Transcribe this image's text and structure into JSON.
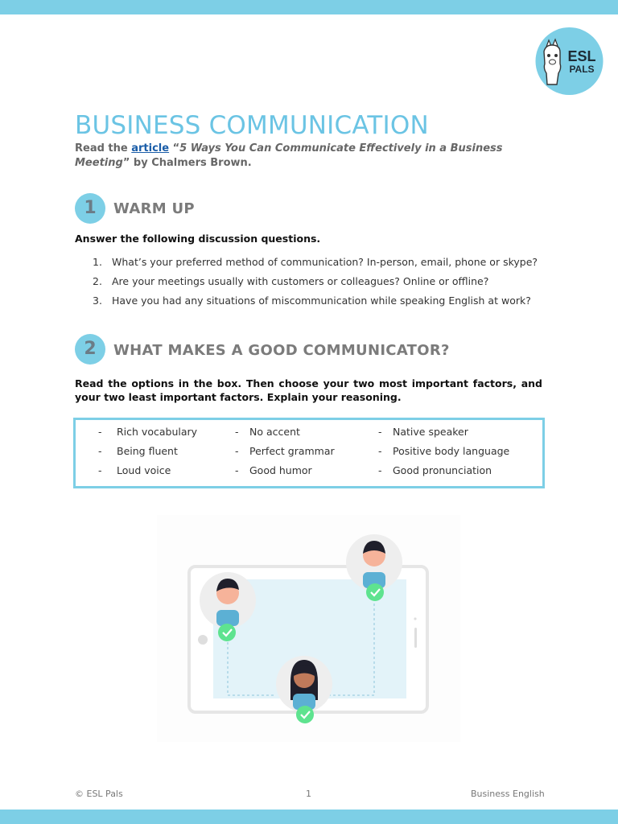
{
  "logo": {
    "line1": "ESL",
    "line2": "PALS"
  },
  "title": "BUSINESS COMMUNICATION",
  "intro": {
    "prefix": "Read the ",
    "link": "article",
    "quote_open": " “",
    "article_title": "5 Ways You Can Communicate Effectively in a Business Meeting",
    "suffix": "” by Chalmers Brown."
  },
  "section1": {
    "number": "1",
    "title": "WARM UP",
    "instruction": "Answer the following discussion questions.",
    "questions": [
      {
        "num": "1.",
        "text": "What’s your preferred method of communication? In-person, email, phone or skype?"
      },
      {
        "num": "2.",
        "text": "Are your meetings usually with customers or colleagues? Online or offline?"
      },
      {
        "num": "3.",
        "text": "Have you had any situations of miscommunication while speaking English at work?"
      }
    ]
  },
  "section2": {
    "number": "2",
    "title": "WHAT MAKES A GOOD COMMUNICATOR?",
    "instruction": "Read the options in the box. Then choose your two most important factors, and your two least important factors. Explain your reasoning.",
    "options": [
      [
        "Rich vocabulary",
        "No accent",
        "Native speaker"
      ],
      [
        "Being fluent",
        "Perfect grammar",
        "Positive body language"
      ],
      [
        "Loud voice",
        "Good humor",
        "Good pronunciation"
      ]
    ],
    "dash": "-"
  },
  "footer": {
    "left": "© ESL Pals",
    "center": "1",
    "right": "Business English"
  },
  "colors": {
    "accent": "#7dcfe6",
    "title": "#6bc4e4",
    "link": "#1a5da8",
    "check": "#5ee38f"
  }
}
